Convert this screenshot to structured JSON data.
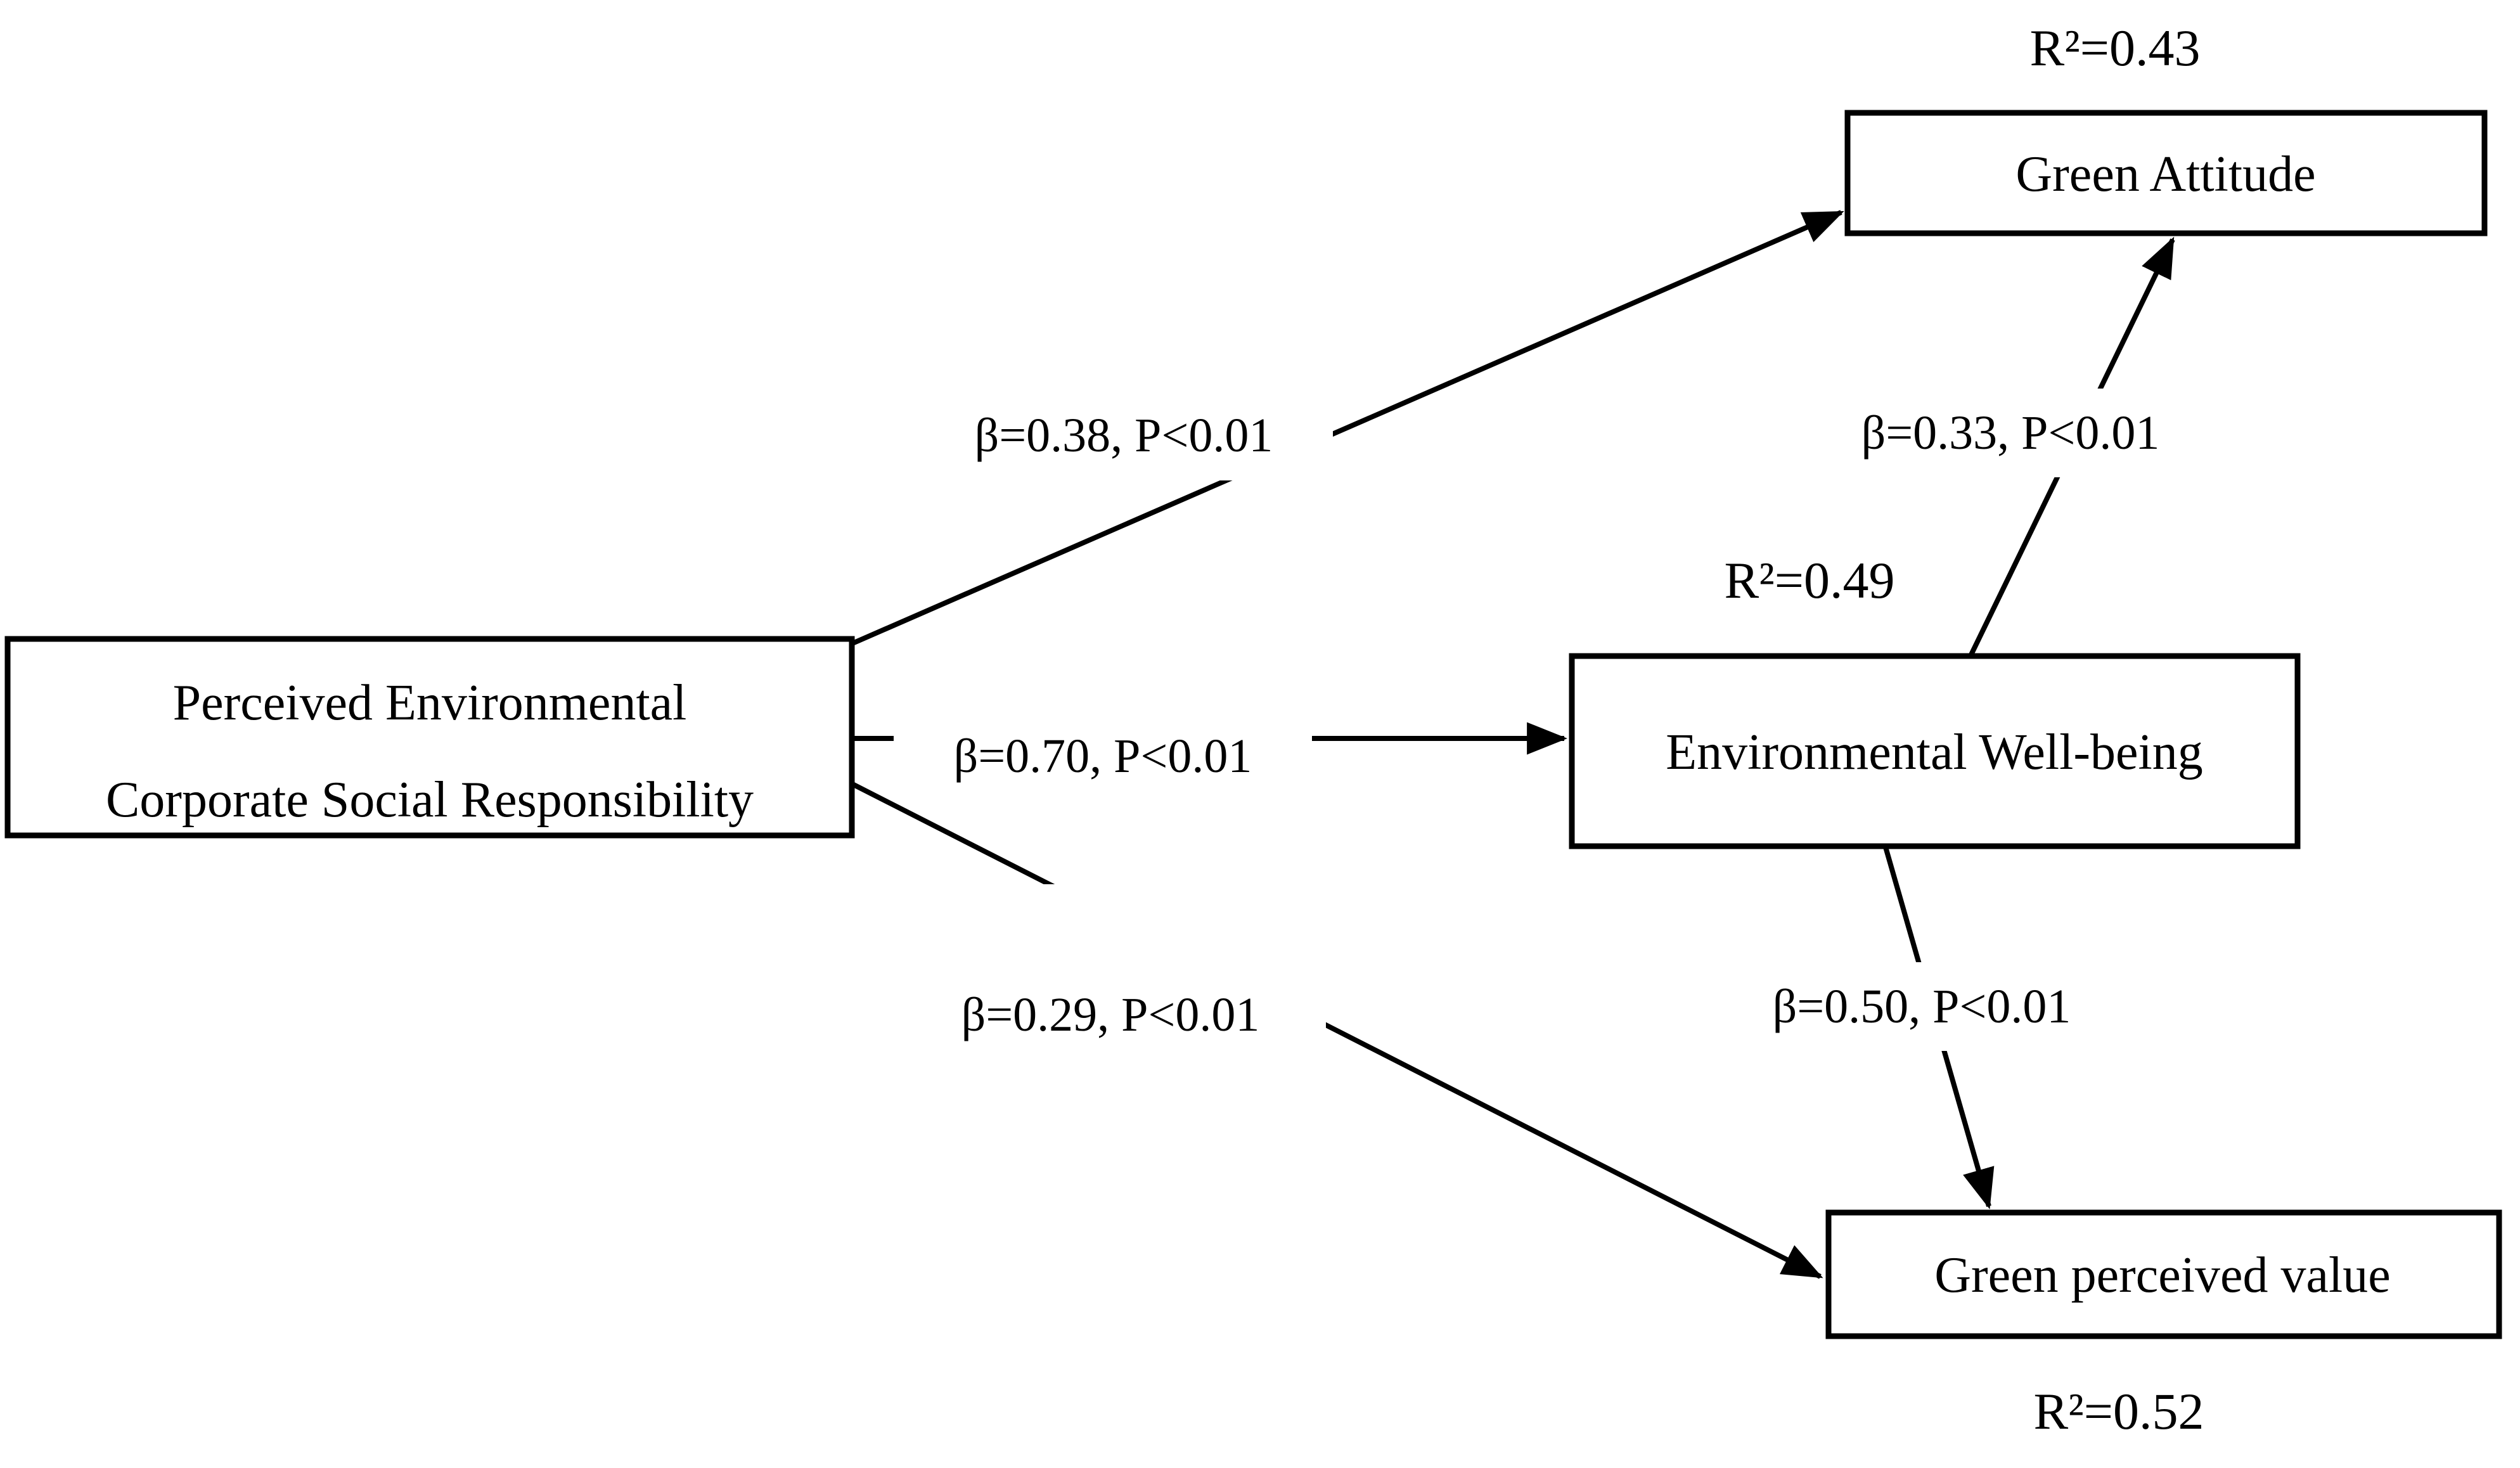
{
  "diagram": {
    "type": "structural-path-model",
    "background_color": "#ffffff",
    "line_color": "#000000",
    "text_color": "#000000",
    "box_fill": "#ffffff",
    "nodes": [
      {
        "id": "pecsr",
        "label": "Perceived Environmental Corporate Social Responsibility",
        "label_line1": "Perceived Environmental",
        "label_line2": "Corporate Social Responsibility",
        "r_squared": ""
      },
      {
        "id": "green_attitude",
        "label": "Green Attitude",
        "r_squared": "R²=0.43"
      },
      {
        "id": "environmental_well_being",
        "label": "Environmental Well-being",
        "r_squared": "R²=0.49"
      },
      {
        "id": "green_perceived_value",
        "label": "Green perceived value",
        "r_squared": "R²=0.52"
      }
    ],
    "edges": [
      {
        "from": "pecsr",
        "to": "green_attitude",
        "label": "β=0.38, P<0.01"
      },
      {
        "from": "pecsr",
        "to": "environmental_well_being",
        "label": "β=0.70, P<0.01"
      },
      {
        "from": "pecsr",
        "to": "green_perceived_value",
        "label": "β=0.29, P<0.01"
      },
      {
        "from": "environmental_well_being",
        "to": "green_attitude",
        "label": "β=0.33, P<0.01"
      },
      {
        "from": "environmental_well_being",
        "to": "green_perceived_value",
        "label": "β=0.50, P<0.01"
      }
    ]
  }
}
